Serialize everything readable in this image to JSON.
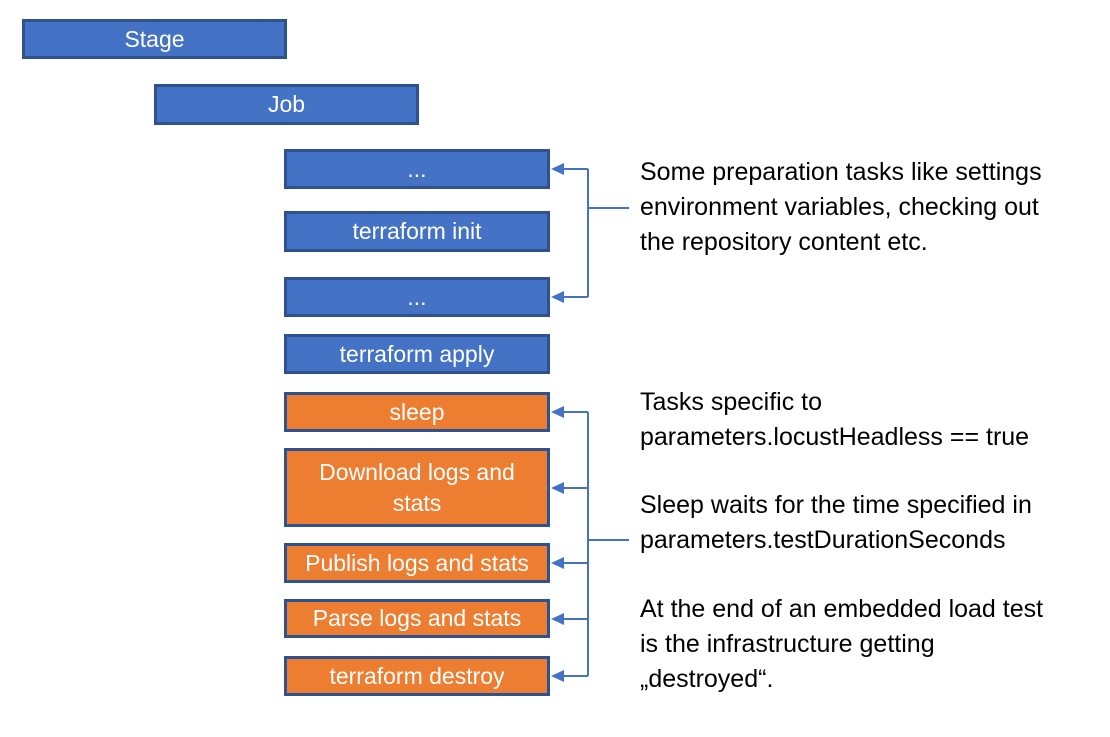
{
  "colors": {
    "background": "#FFFFFF",
    "box_blue_fill": "#4472C4",
    "box_orange_fill": "#ED7D31",
    "box_border": "#2F528F",
    "box_text": "#FFFFFF",
    "connector": "#4472C4",
    "annotation_text": "#000000"
  },
  "boxes": {
    "stage": {
      "label": "Stage"
    },
    "job": {
      "label": "Job"
    },
    "tasks": [
      {
        "label": "...",
        "color": "blue"
      },
      {
        "label": "terraform init",
        "color": "blue"
      },
      {
        "label": "...",
        "color": "blue"
      },
      {
        "label": "terraform apply",
        "color": "blue"
      },
      {
        "label": "sleep",
        "color": "orange"
      },
      {
        "label": "Download logs and stats",
        "color": "orange"
      },
      {
        "label": "Publish logs and stats",
        "color": "orange"
      },
      {
        "label": "Parse logs and stats",
        "color": "orange"
      },
      {
        "label": "terraform destroy",
        "color": "orange"
      }
    ]
  },
  "annotations": [
    {
      "lines": [
        "Some preparation tasks like settings",
        "environment variables, checking out",
        "the repository content etc."
      ]
    },
    {
      "lines": [
        "Tasks specific to",
        "parameters.locustHeadless == true"
      ]
    },
    {
      "lines": [
        "Sleep waits for the time specified in",
        "parameters.testDurationSeconds"
      ]
    },
    {
      "lines": [
        "At the end of an embedded load test",
        "is the infrastructure getting",
        "„destroyed“."
      ]
    }
  ]
}
